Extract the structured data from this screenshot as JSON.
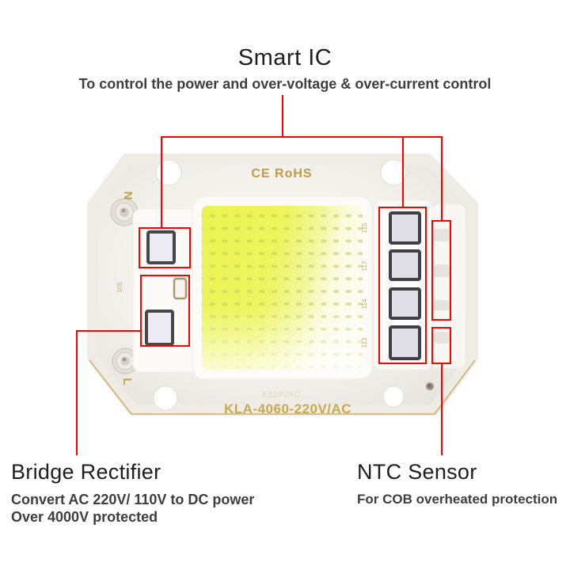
{
  "annotations": {
    "smart_ic": {
      "title": "Smart IC",
      "description": "To control the power and over-voltage & over-current control"
    },
    "bridge_rectifier": {
      "title": "Bridge Rectifier",
      "description_line1": "Convert AC 220V/ 110V to DC power",
      "description_line2": "Over 4000V protected"
    },
    "ntc_sensor": {
      "title": "NTC Sensor",
      "description": "For COB overheated protection"
    }
  },
  "board": {
    "cert_marking": "CE RoHS",
    "model_marking": "KLA-4060-220V/AC",
    "faint_marking": "E220VAC",
    "terminal_labels": {
      "neutral": "N",
      "live": "L"
    },
    "component_refs": [
      "115",
      "117",
      "114",
      "113"
    ],
    "left_ref": "105"
  },
  "colors": {
    "callout_red": "#ff0000",
    "silkscreen_gold": "#c49e4a",
    "led_phosphor": "#ebf456",
    "board_surface": "#f3f1ec"
  }
}
